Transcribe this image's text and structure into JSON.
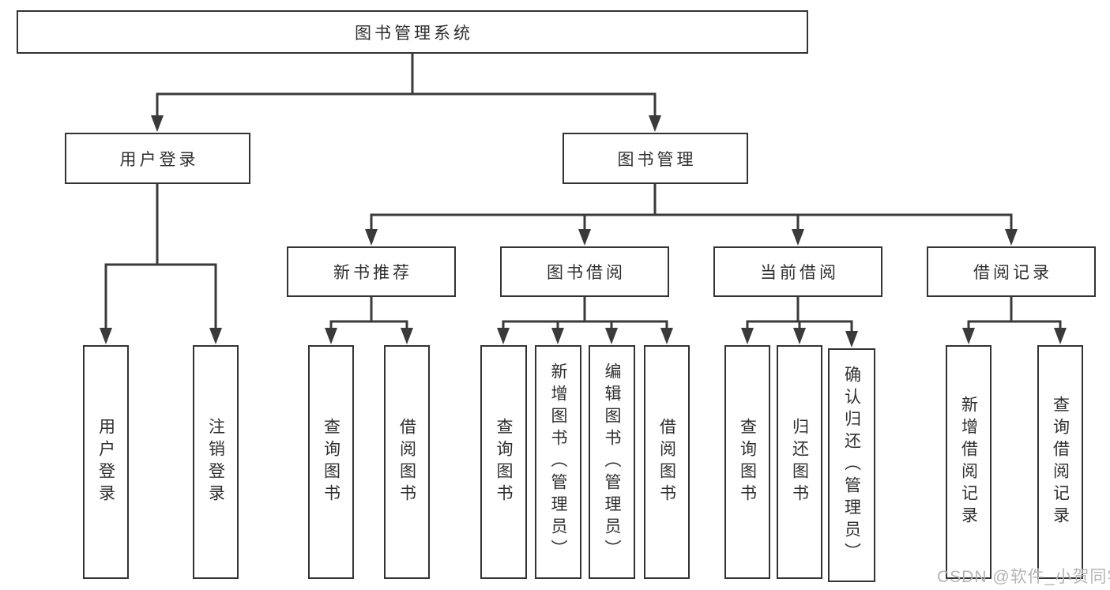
{
  "diagram": {
    "root": {
      "label": "图书管理系统"
    },
    "level1": [
      {
        "label": "用户登录"
      },
      {
        "label": "图书管理"
      }
    ],
    "level2": [
      {
        "label": "新书推荐"
      },
      {
        "label": "图书借阅"
      },
      {
        "label": "当前借阅"
      },
      {
        "label": "借阅记录"
      }
    ],
    "leaves": {
      "user_login": [
        {
          "label": "用户登录"
        },
        {
          "label": "注销登录"
        }
      ],
      "new_book": [
        {
          "label": "查询图书"
        },
        {
          "label": "借阅图书"
        }
      ],
      "book_borrow": [
        {
          "label": "查询图书"
        },
        {
          "label": "新增图书（管理员）"
        },
        {
          "label": "编辑图书（管理员）"
        },
        {
          "label": "借阅图书"
        }
      ],
      "current_borrow": [
        {
          "label": "查询图书"
        },
        {
          "label": "归还图书"
        },
        {
          "label": "确认归还（管理员）"
        }
      ],
      "borrow_records": [
        {
          "label": "新增借阅记录"
        },
        {
          "label": "查询借阅记录"
        }
      ]
    }
  },
  "watermark": {
    "text": "CSDN @软件_小贺同学"
  },
  "colors": {
    "line": "#3a3a3a",
    "box_border": "#333333",
    "text": "#2f2f2f",
    "watermark": "#b5b5b5",
    "background": "#ffffff"
  }
}
